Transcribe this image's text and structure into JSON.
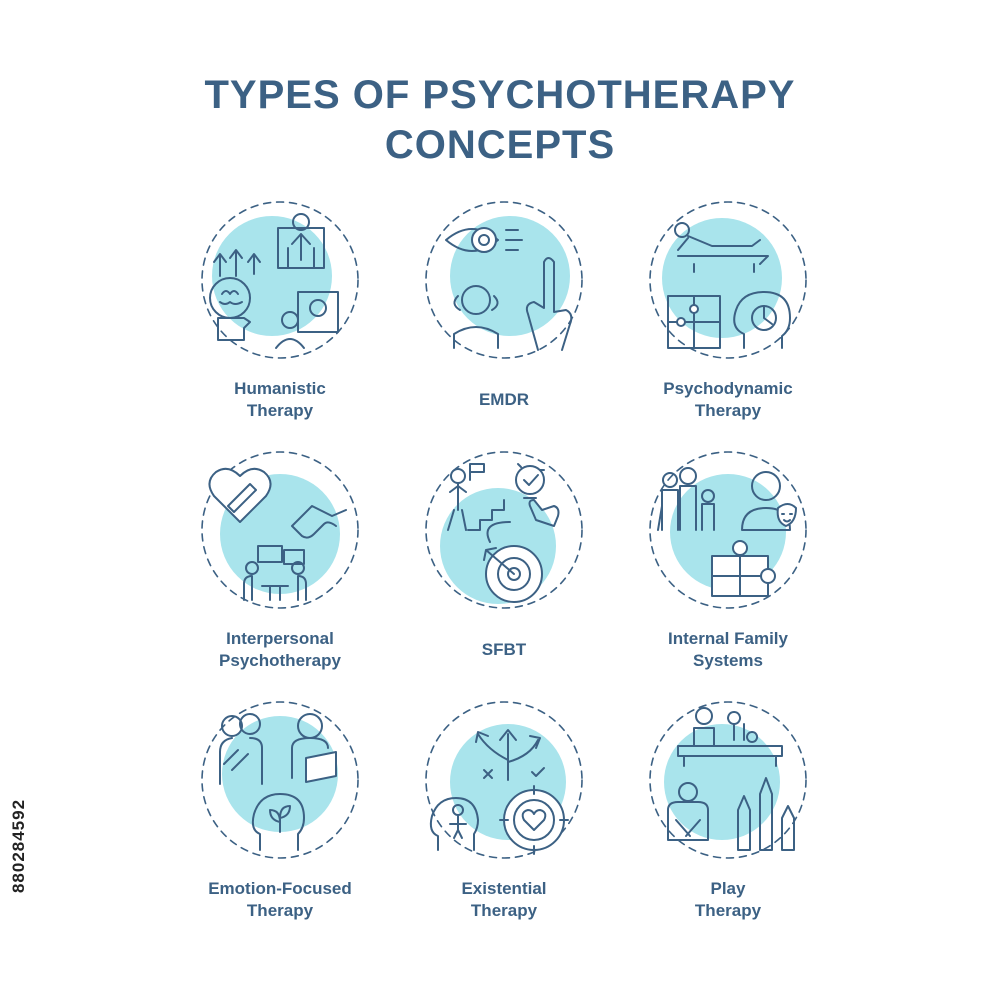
{
  "title": {
    "line1": "TYPES OF PSYCHOTHERAPY",
    "line2": "CONCEPTS"
  },
  "colors": {
    "title": "#3c6184",
    "label": "#3c6184",
    "accent_fill": "#a9e4ec",
    "stroke": "#3c6184"
  },
  "items": [
    {
      "line1": "Humanistic",
      "line2": "Therapy",
      "icon": "humanistic-icon"
    },
    {
      "line1": "EMDR",
      "line2": "",
      "icon": "emdr-icon"
    },
    {
      "line1": "Psychodynamic",
      "line2": "Therapy",
      "icon": "psychodynamic-icon"
    },
    {
      "line1": "Interpersonal",
      "line2": "Psychotherapy",
      "icon": "interpersonal-icon"
    },
    {
      "line1": "SFBT",
      "line2": "",
      "icon": "sfbt-icon"
    },
    {
      "line1": "Internal Family",
      "line2": "Systems",
      "icon": "family-systems-icon"
    },
    {
      "line1": "Emotion-Focused",
      "line2": "Therapy",
      "icon": "emotion-focused-icon"
    },
    {
      "line1": "Existential",
      "line2": "Therapy",
      "icon": "existential-icon"
    },
    {
      "line1": "Play",
      "line2": "Therapy",
      "icon": "play-therapy-icon"
    }
  ],
  "stock_id": "880284592"
}
